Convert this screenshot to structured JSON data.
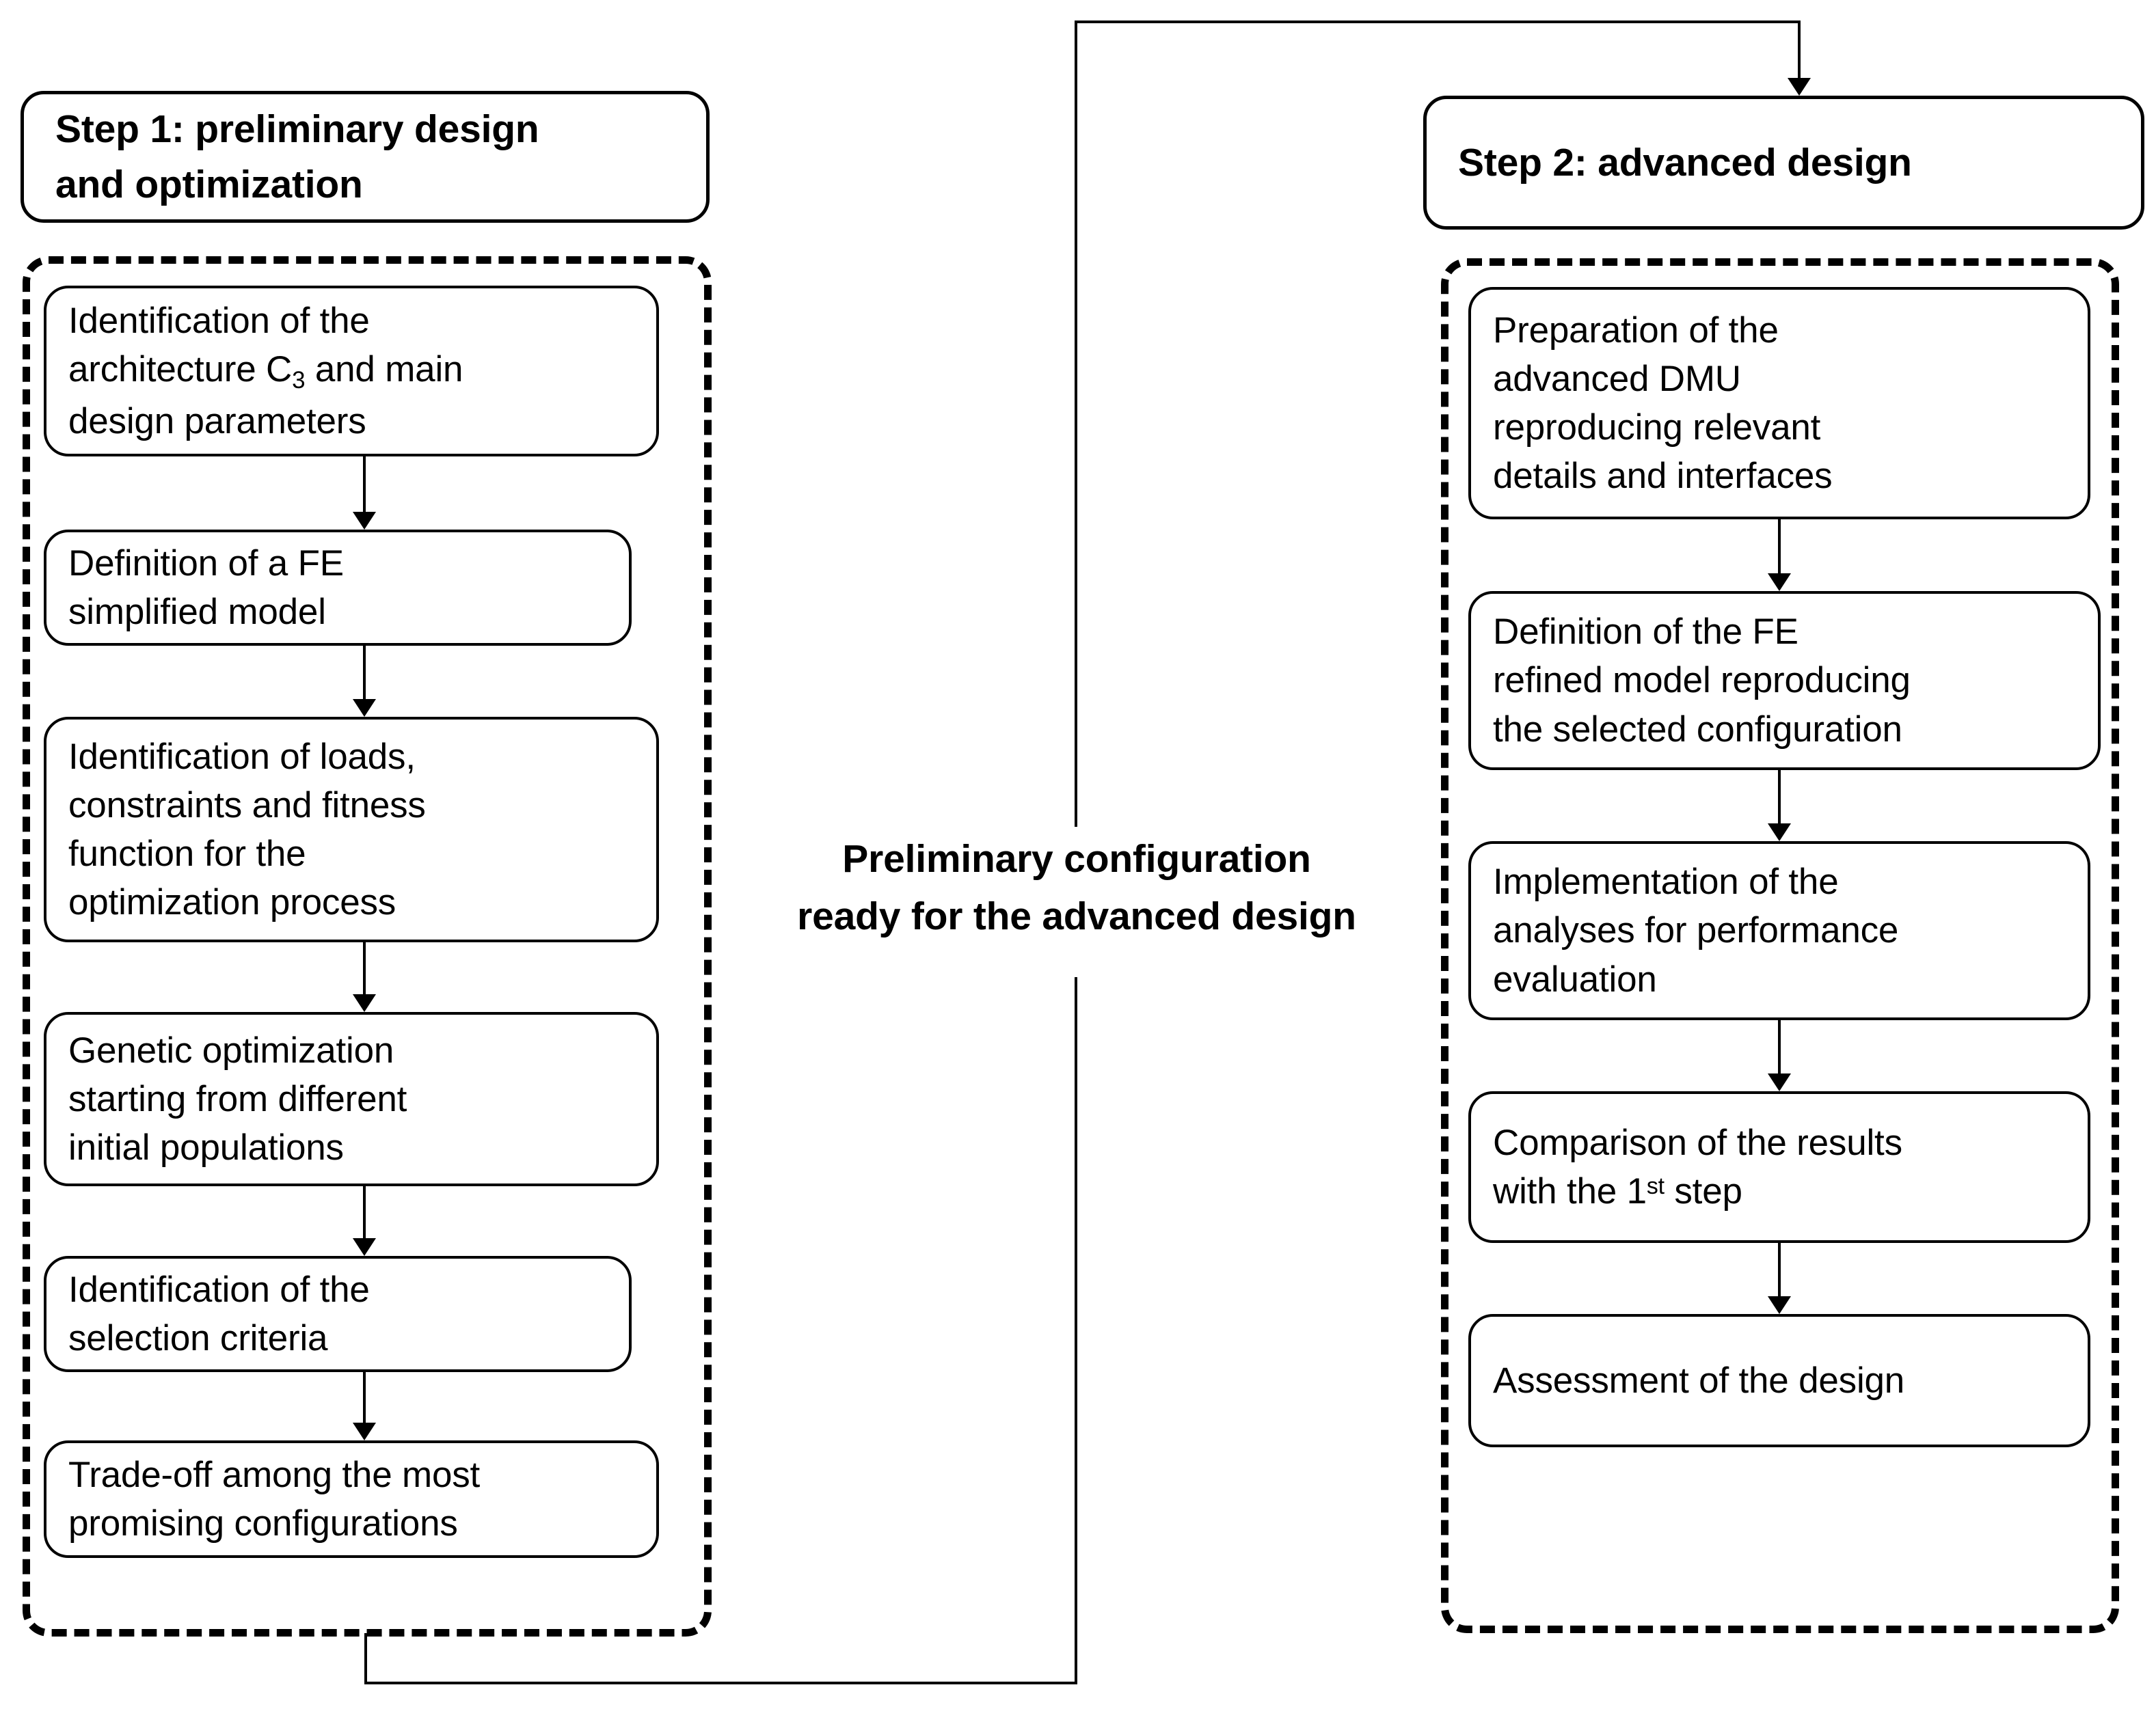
{
  "diagram": {
    "title": "Two-step design and optimization process flowchart",
    "colors": {
      "stroke": "#000000",
      "background": "#ffffff"
    },
    "center_caption": {
      "line1": "Preliminary configuration",
      "line2": "ready for the advanced design"
    },
    "steps": [
      {
        "id": "step-1",
        "header": "Step 1: preliminary design and optimization",
        "header_line1": "Step 1: preliminary design",
        "header_line2": "and optimization",
        "boxes": [
          {
            "id": "identification-architecture",
            "line1": "Identification of the",
            "line2_pre": "architecture C",
            "line2_sub": "3",
            "line2_post": " and main",
            "line3": "design parameters"
          },
          {
            "id": "definition-fe-simplified-model",
            "line1": "Definition of a FE",
            "line2": "simplified model"
          },
          {
            "id": "identification-loads-constraints-fitness",
            "line1": "Identification of loads,",
            "line2": "constraints and fitness",
            "line3": "function for the",
            "line4": "optimization process"
          },
          {
            "id": "genetic-optimization",
            "line1": "Genetic optimization",
            "line2": "starting from different",
            "line3": "initial populations"
          },
          {
            "id": "identification-selection-criteria",
            "line1": "Identification of the",
            "line2": "selection criteria"
          },
          {
            "id": "trade-off-configurations",
            "line1": "Trade-off among the most",
            "line2": "promising configurations"
          }
        ]
      },
      {
        "id": "step-2",
        "header": "Step 2: advanced design",
        "header_line1": "Step 2: advanced design",
        "boxes": [
          {
            "id": "preparation-advanced-dmu",
            "line1": "Preparation of the",
            "line2": "advanced DMU",
            "line3": "reproducing relevant",
            "line4": "details and interfaces"
          },
          {
            "id": "definition-fe-refined-model",
            "line1": "Definition of the FE",
            "line2": "refined model reproducing",
            "line3": "the selected  configuration"
          },
          {
            "id": "implementation-analyses",
            "line1": "Implementation of the",
            "line2": "analyses for performance",
            "line3": "evaluation"
          },
          {
            "id": "comparison-results",
            "line1": "Comparison of the results",
            "line2_pre": "with the 1",
            "line2_sup": "st",
            "line2_post": " step"
          },
          {
            "id": "assessment-design",
            "line1": "Assessment  of the design"
          }
        ]
      }
    ]
  }
}
